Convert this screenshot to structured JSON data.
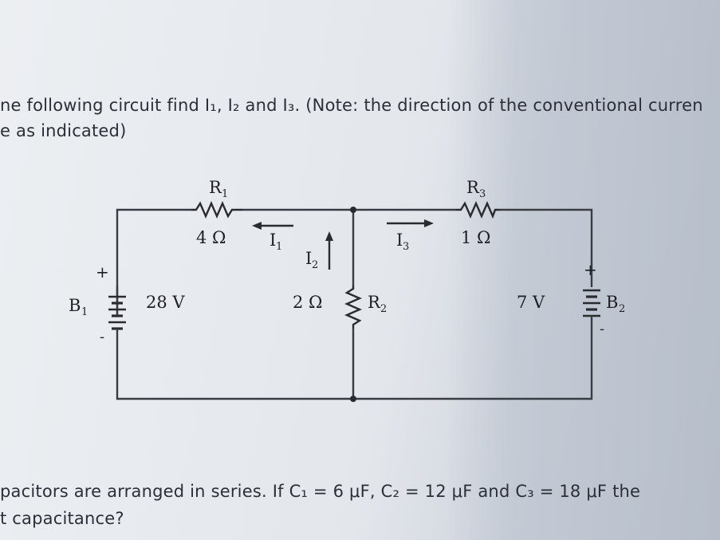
{
  "question1": {
    "line1": "ne following circuit find I₁, I₂ and I₃. (Note: the direction of the conventional curren",
    "line2": "e as indicated)"
  },
  "circuit": {
    "r1": {
      "name": "R",
      "sub": "1",
      "value": "4 Ω"
    },
    "r2": {
      "name": "R",
      "sub": "2",
      "value": "2 Ω"
    },
    "r3": {
      "name": "R",
      "sub": "3",
      "value": "1 Ω"
    },
    "b1": {
      "name": "B",
      "sub": "1",
      "voltage": "28 V",
      "plus": "+",
      "minus": "-"
    },
    "b2": {
      "name": "B",
      "sub": "2",
      "voltage": "7 V",
      "plus": "+",
      "minus": "-"
    },
    "i1": {
      "name": "I",
      "sub": "1"
    },
    "i2": {
      "name": "I",
      "sub": "2"
    },
    "i3": {
      "name": "I",
      "sub": "3"
    }
  },
  "question2": {
    "line1": "pacitors are arranged in series.  If C₁ = 6 μF, C₂ =  12 μF and C₃ = 18 μF the",
    "line2": "t capacitance?"
  }
}
